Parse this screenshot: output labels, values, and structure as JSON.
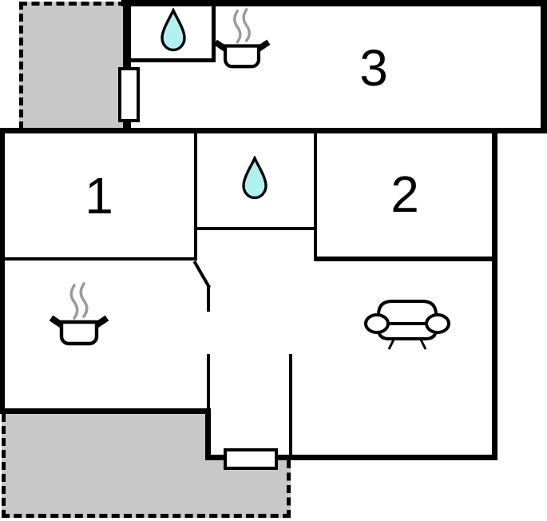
{
  "plan_title": "apartment-floor-plan",
  "colors": {
    "background": "#ffffff",
    "wall": "#000000",
    "terrace": "#c8c8c8",
    "water": "#b2f0f0",
    "steam": "#9b9b9b"
  },
  "rooms": [
    {
      "label": "1"
    },
    {
      "label": "2"
    },
    {
      "label": "3"
    }
  ],
  "features": {
    "bathroom_top": "water-drop-icon",
    "bathroom_middle": "water-drop-icon",
    "kitchen_top": "stove-pot-icon",
    "kitchen_main": "stove-pot-icon",
    "living_room": "sofa-icon",
    "terraces": 2,
    "windows": 2,
    "doors": 1
  }
}
